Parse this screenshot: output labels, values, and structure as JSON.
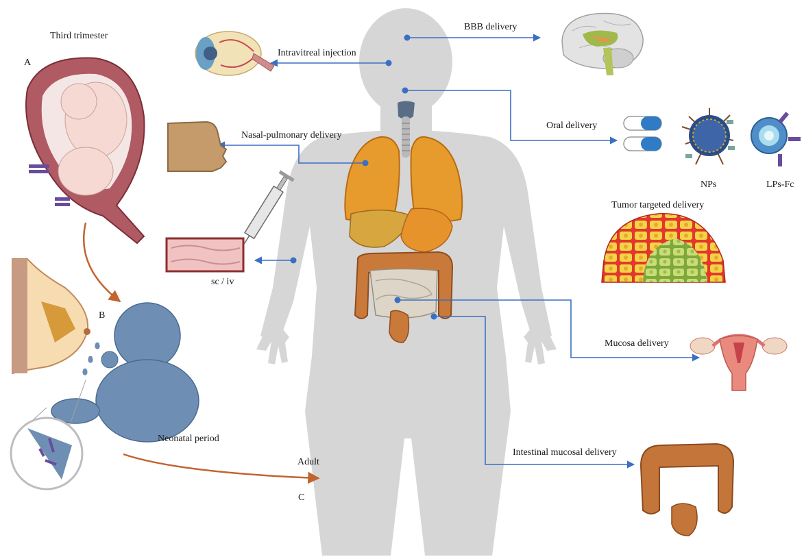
{
  "panel_letters": {
    "a": "A",
    "b": "B",
    "c": "C"
  },
  "stages": {
    "pregnancy": "Third trimester",
    "neonatal": "Neonatal period",
    "adult": "Adult"
  },
  "routes": {
    "bbb": "BBB delivery",
    "intravitreal": "Intravitreal injection",
    "oral": "Oral delivery",
    "nasal": "Nasal-pulmonary delivery",
    "injection": "sc / iv",
    "tumor": "Tumor targeted delivery",
    "mucosa": "Mucosa delivery",
    "intestinal": "Intestinal mucosal delivery"
  },
  "carriers": {
    "nps": "NPs",
    "lps": "LPs-Fc"
  },
  "colors": {
    "silhouette": "#d6d6d6",
    "route_arrow": "#3a6fc4",
    "timeline_arrow": "#c2642e",
    "organ_orange": "#e39a2a",
    "fetus_skin": "#f6d9d2",
    "uterus": "#9a4a52",
    "neonate": "#6e8fb3",
    "antibody": "#6a4c9c"
  }
}
